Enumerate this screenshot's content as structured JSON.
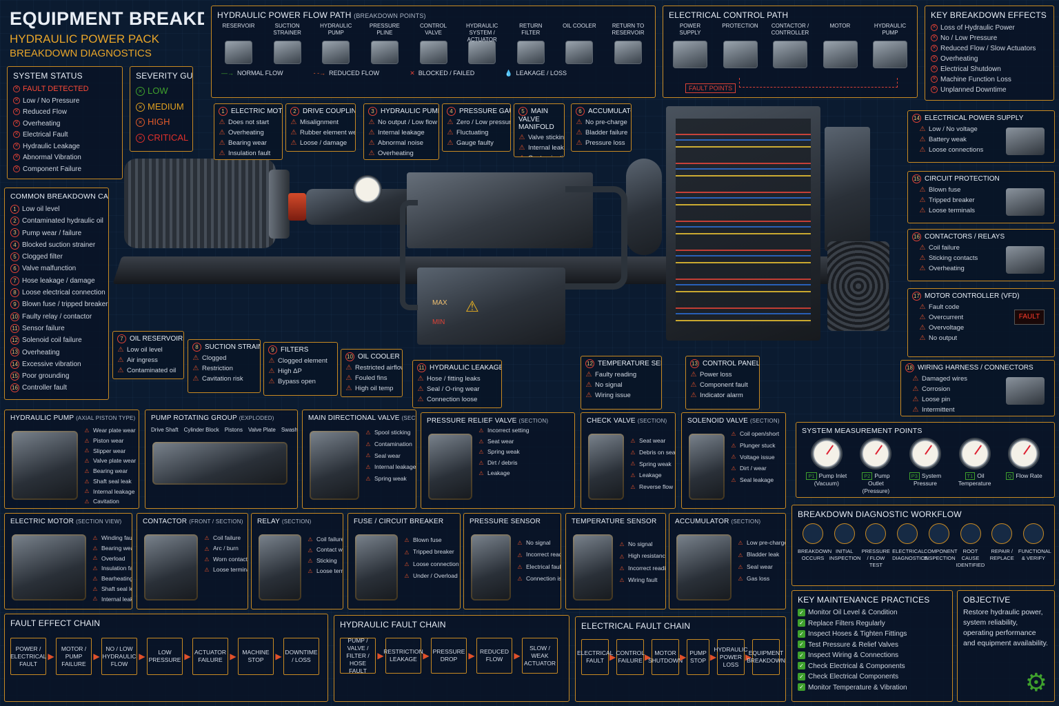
{
  "header": {
    "title": "EQUIPMENT BREAKDOWN",
    "subtitle1": "HYDRAULIC POWER PACK",
    "subtitle2": "BREAKDOWN DIAGNOSTICS"
  },
  "system_status": {
    "title": "SYSTEM STATUS",
    "fault": "FAULT DETECTED",
    "items": [
      "Low / No Pressure",
      "Reduced Flow",
      "Overheating",
      "Electrical Fault",
      "Hydraulic Leakage",
      "Abnormal Vibration",
      "Component Failure"
    ]
  },
  "severity": {
    "title": "SEVERITY GUIDE",
    "levels": [
      {
        "label": "LOW",
        "color": "#3fa12d"
      },
      {
        "label": "MEDIUM",
        "color": "#e0a020"
      },
      {
        "label": "HIGH",
        "color": "#e05a2a"
      },
      {
        "label": "CRITICAL",
        "color": "#e0302a"
      }
    ]
  },
  "causes": {
    "title": "COMMON BREAKDOWN CAUSES",
    "items": [
      "Low oil level",
      "Contaminated hydraulic oil",
      "Pump wear / failure",
      "Blocked suction strainer",
      "Clogged filter",
      "Valve malfunction",
      "Hose leakage / damage",
      "Loose electrical connection",
      "Blown fuse / tripped breaker",
      "Faulty relay / contactor",
      "Sensor failure",
      "Solenoid coil failure",
      "Overheating",
      "Excessive vibration",
      "Poor grounding",
      "Controller fault"
    ]
  },
  "hyd_flow": {
    "title": "HYDRAULIC POWER FLOW PATH",
    "sub": "(BREAKDOWN POINTS)",
    "steps": [
      "RESERVOIR",
      "SUCTION STRAINER",
      "HYDRAULIC PUMP",
      "PRESSURE PLINE",
      "CONTROL VALVE",
      "HYDRAULIC SYSTEM / ACTUATOR",
      "RETURN FILTER",
      "OIL COOLER",
      "RETURN TO RESERVOIR"
    ],
    "legend": [
      "NORMAL FLOW",
      "REDUCED FLOW",
      "BLOCKED / FAILED",
      "LEAKAGE / LOSS"
    ]
  },
  "elec_path": {
    "title": "ELECTRICAL CONTROL PATH",
    "steps": [
      "POWER SUPPLY",
      "PROTECTION",
      "CONTACTOR / CONTROLLER",
      "MOTOR",
      "HYDRAULIC PUMP"
    ],
    "fault_points": "FAULT POINTS"
  },
  "effects": {
    "title": "KEY BREAKDOWN EFFECTS",
    "items": [
      "Loss of Hydraulic Power",
      "No / Low Pressure",
      "Reduced Flow / Slow Actuators",
      "Overheating",
      "Electrical Shutdown",
      "Machine Function Loss",
      "Unplanned Downtime"
    ]
  },
  "callouts": [
    {
      "n": "1",
      "title": "ELECTRIC MOTOR",
      "items": [
        "Does not start",
        "Overheating",
        "Bearing wear",
        "Insulation fault"
      ]
    },
    {
      "n": "2",
      "title": "DRIVE COUPLING",
      "items": [
        "Misalignment",
        "Rubber element wear",
        "Loose / damage"
      ]
    },
    {
      "n": "3",
      "title": "HYDRAULIC PUMP",
      "items": [
        "No output / Low flow",
        "Internal leakage",
        "Abnormal noise",
        "Overheating"
      ]
    },
    {
      "n": "4",
      "title": "PRESSURE GAUGE",
      "items": [
        "Zero / Low pressure",
        "Fluctuating",
        "Gauge faulty"
      ]
    },
    {
      "n": "5",
      "title": "MAIN VALVE MANIFOLD",
      "items": [
        "Valve sticking",
        "Internal leakage",
        "Contamination"
      ]
    },
    {
      "n": "6",
      "title": "ACCUMULATOR",
      "items": [
        "No pre-charge",
        "Bladder failure",
        "Pressure loss"
      ]
    },
    {
      "n": "7",
      "title": "OIL RESERVOIR",
      "items": [
        "Low oil level",
        "Air ingress",
        "Contaminated oil"
      ]
    },
    {
      "n": "8",
      "title": "SUCTION STRAINER",
      "items": [
        "Clogged",
        "Restriction",
        "Cavitation risk"
      ]
    },
    {
      "n": "9",
      "title": "FILTERS",
      "items": [
        "Clogged element",
        "High ΔP",
        "Bypass open"
      ]
    },
    {
      "n": "10",
      "title": "OIL COOLER",
      "items": [
        "Restricted airflow",
        "Fouled fins",
        "High oil temp"
      ]
    },
    {
      "n": "11",
      "title": "HYDRAULIC LEAKAGE",
      "items": [
        "Hose / fitting leaks",
        "Seal / O-ring wear",
        "Connection loose"
      ]
    },
    {
      "n": "12",
      "title": "TEMPERATURE SENSOR",
      "items": [
        "Faulty reading",
        "No signal",
        "Wiring issue"
      ]
    },
    {
      "n": "13",
      "title": "CONTROL PANEL",
      "items": [
        "Power loss",
        "Component fault",
        "Indicator alarm"
      ]
    },
    {
      "n": "14",
      "title": "ELECTRICAL POWER SUPPLY",
      "items": [
        "Low / No voltage",
        "Battery weak",
        "Loose connections"
      ]
    },
    {
      "n": "15",
      "title": "CIRCUIT PROTECTION",
      "items": [
        "Blown fuse",
        "Tripped breaker",
        "Loose terminals"
      ]
    },
    {
      "n": "16",
      "title": "CONTACTORS / RELAYS",
      "items": [
        "Coil failure",
        "Sticking contacts",
        "Overheating"
      ]
    },
    {
      "n": "17",
      "title": "MOTOR CONTROLLER (VFD)",
      "items": [
        "Fault code",
        "Overcurrent",
        "Overvoltage",
        "No output"
      ],
      "display": "FAULT"
    },
    {
      "n": "18",
      "title": "WIRING HARNESS / CONNECTORS",
      "items": [
        "Damaged wires",
        "Corrosion",
        "Loose pin",
        "Intermittent"
      ]
    }
  ],
  "tank_labels": {
    "max": "MAX",
    "min": "MIN"
  },
  "sections_row1": [
    {
      "title": "HYDRAULIC PUMP",
      "sub": "(AXIAL PISTON TYPE)",
      "items": [
        "Wear plate wear",
        "Piston wear",
        "Slipper wear",
        "Valve plate wear",
        "Bearing wear",
        "Shaft seal leak",
        "Internal leakage",
        "Cavitation"
      ]
    },
    {
      "title": "PUMP ROTATING GROUP",
      "sub": "(EXPLODED)",
      "parts": [
        "Drive Shaft",
        "Cylinder Block",
        "Pistons",
        "Valve Plate",
        "Swash Plate"
      ]
    },
    {
      "title": "MAIN DIRECTIONAL VALVE",
      "sub": "(SECTION VIEW)",
      "items": [
        "Spool sticking",
        "Contamination",
        "Seal wear",
        "Internal leakage",
        "Spring weak"
      ]
    },
    {
      "title": "PRESSURE RELIEF VALVE",
      "sub": "(SECTION)",
      "items": [
        "Incorrect setting",
        "Seat wear",
        "Spring weak",
        "Dirt / debris",
        "Leakage"
      ]
    },
    {
      "title": "CHECK VALVE",
      "sub": "(SECTION)",
      "items": [
        "Seat wear",
        "Debris on seat",
        "Spring weak",
        "Leakage",
        "Reverse flow"
      ]
    },
    {
      "title": "SOLENOID VALVE",
      "sub": "(SECTION)",
      "items": [
        "Coil open/short",
        "Plunger stuck",
        "Voltage issue",
        "Dirt / wear",
        "Seal leakage"
      ]
    }
  ],
  "measure": {
    "title": "SYSTEM MEASUREMENT POINTS",
    "points": [
      {
        "tag": "P1",
        "label": "Pump Inlet (Vacuum)"
      },
      {
        "tag": "P2",
        "label": "Pump Outlet (Pressure)"
      },
      {
        "tag": "P3",
        "label": "System Pressure"
      },
      {
        "tag": "T1",
        "label": "Oil Temperature"
      },
      {
        "tag": "Q",
        "label": "Flow Rate"
      }
    ]
  },
  "sections_row2": [
    {
      "title": "ELECTRIC MOTOR",
      "sub": "(SECTION VIEW)",
      "items": [
        "Winding fault",
        "Bearing wear",
        "Overload",
        "Insulation failure",
        "Bearheating",
        "Shaft seal leak",
        "Internal leakage"
      ]
    },
    {
      "title": "CONTACTOR",
      "sub": "(FRONT / SECTION)",
      "items": [
        "Coil failure",
        "Arc / burn",
        "Worn contacts",
        "Loose terminals"
      ]
    },
    {
      "title": "RELAY",
      "sub": "(SECTION)",
      "items": [
        "Coil failure",
        "Contact wear",
        "Sticking",
        "Loose terminals"
      ]
    },
    {
      "title": "FUSE / CIRCUIT BREAKER",
      "sub": "",
      "items": [
        "Blown fuse",
        "Tripped breaker",
        "Loose connection",
        "Under / Overload"
      ]
    },
    {
      "title": "PRESSURE SENSOR",
      "sub": "",
      "items": [
        "No signal",
        "Incorrect reading",
        "Electrical fault",
        "Connection issue"
      ]
    },
    {
      "title": "TEMPERATURE SENSOR",
      "sub": "",
      "items": [
        "No signal",
        "High resistance",
        "Incorrect reading",
        "Wiring fault"
      ]
    },
    {
      "title": "ACCUMULATOR",
      "sub": "(SECTION)",
      "items": [
        "Low pre-charge",
        "Bladder leak",
        "Seal wear",
        "Gas loss"
      ]
    }
  ],
  "workflow": {
    "title": "BREAKDOWN DIAGNOSTIC WORKFLOW",
    "steps": [
      "BREAKDOWN OCCURS",
      "INITIAL INSPECTION",
      "PRESSURE / FLOW TEST",
      "ELECTRICAL DIAGNOSTICS",
      "COMPONENT INSPECTION",
      "ROOT CAUSE IDENTIFIED",
      "REPAIR / REPLACE",
      "FUNCTIONAL & VERIFY"
    ]
  },
  "fault_effect_chain": {
    "title": "FAULT EFFECT CHAIN",
    "steps": [
      "POWER / ELECTRICAL FAULT",
      "MOTOR / PUMP FAILURE",
      "NO / LOW HYDRAULIC FLOW",
      "LOW PRESSURE",
      "ACTUATOR FAILURE",
      "MACHINE STOP",
      "DOWNTIME / LOSS"
    ]
  },
  "hyd_fault_chain": {
    "title": "HYDRAULIC FAULT CHAIN",
    "steps": [
      "PUMP / VALVE / FILTER / HOSE FAULT",
      "RESTRICTION LEAKAGE",
      "PRESSURE DROP",
      "REDUCED FLOW",
      "SLOW / WEAK ACTUATOR"
    ]
  },
  "elec_fault_chain": {
    "title": "ELECTRICAL FAULT CHAIN",
    "steps": [
      "ELECTRICAL FAULT",
      "CONTROL FAILURE",
      "MOTOR SHUTDOWN",
      "PUMP STOP",
      "HYDRAULIC POWER LOSS",
      "EQUIPMENT BREAKDOWN"
    ]
  },
  "maintenance": {
    "title": "KEY MAINTENANCE PRACTICES",
    "items": [
      "Monitor Oil Level & Condition",
      "Replace Filters Regularly",
      "Inspect Hoses & Tighten Fittings",
      "Test Pressure & Relief Valves",
      "Inspect Wiring & Connections",
      "Check Electrical & Components",
      "Check Electrical Components",
      "Monitor Temperature & Vibration"
    ]
  },
  "objective": {
    "title": "OBJECTIVE",
    "text": "Restore hydraulic power, system reliability, operating performance and equipment availability."
  },
  "colors": {
    "accent": "#c98a22",
    "fault": "#e04236",
    "ok": "#3fa12d",
    "bg": "#0b1b30"
  }
}
